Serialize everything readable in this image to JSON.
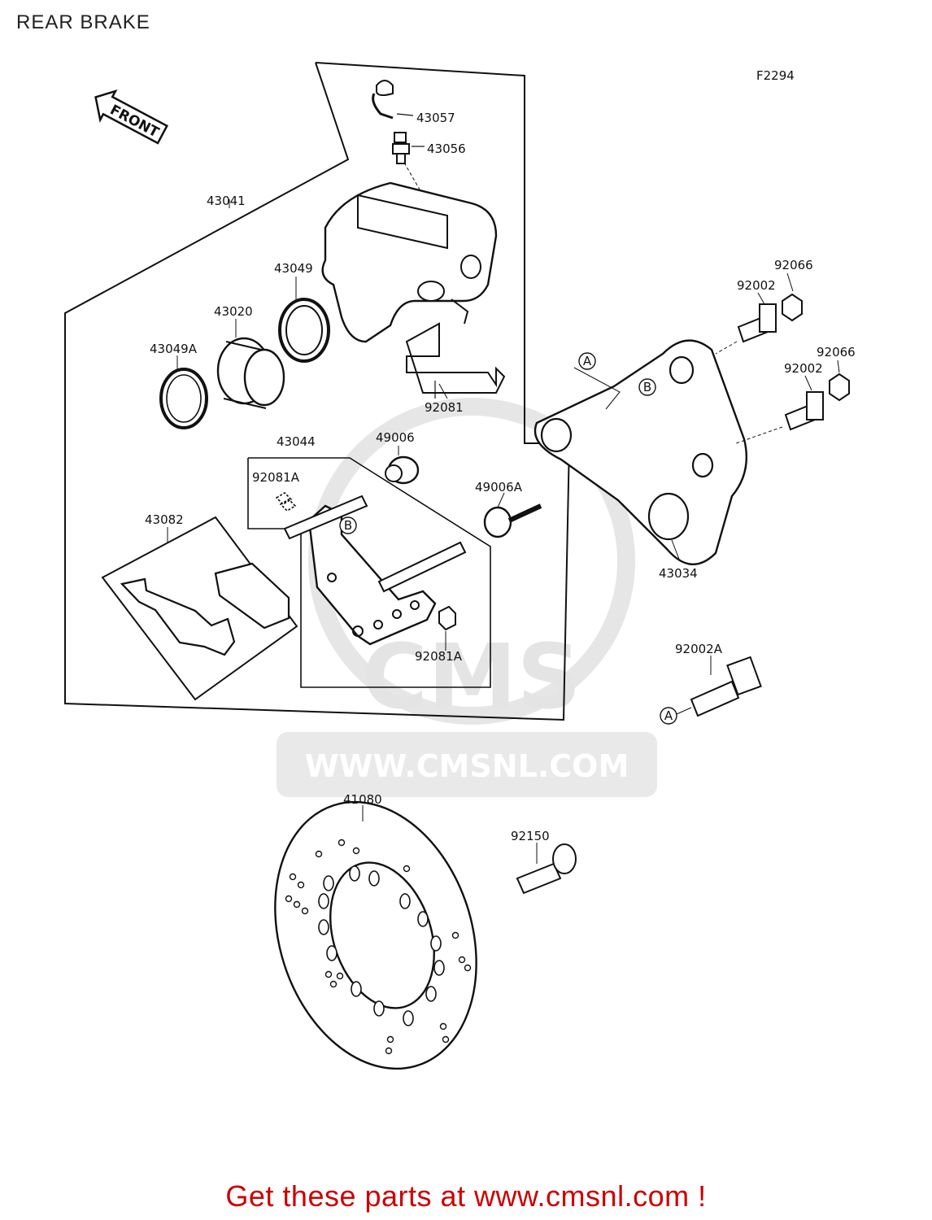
{
  "title": "REAR BRAKE",
  "figure_code": "F2294",
  "front_arrow_label": "FRONT",
  "watermark": {
    "brand": "CMS",
    "url": "WWW.CMSNL.COM"
  },
  "footer": "Get these parts at www.cmsnl.com !",
  "colors": {
    "footer": "#cc0000",
    "line": "#111111",
    "watermark": "#e4e4e4"
  },
  "parts": {
    "p43057": "43057",
    "p43056": "43056",
    "p43041": "43041",
    "p43049": "43049",
    "p43020": "43020",
    "p43049A": "43049A",
    "p92081": "92081",
    "p43044": "43044",
    "p49006": "49006",
    "p92081A_top": "92081A",
    "p49006A": "49006A",
    "p43082": "43082",
    "p92081A_bottom": "92081A",
    "p92066_top": "92066",
    "p92002_top": "92002",
    "p92066_mid": "92066",
    "p92002_mid": "92002",
    "p43034": "43034",
    "p92002A": "92002A",
    "p41080": "41080",
    "p92150": "92150"
  },
  "ref_markers": {
    "A": "A",
    "B": "B"
  }
}
